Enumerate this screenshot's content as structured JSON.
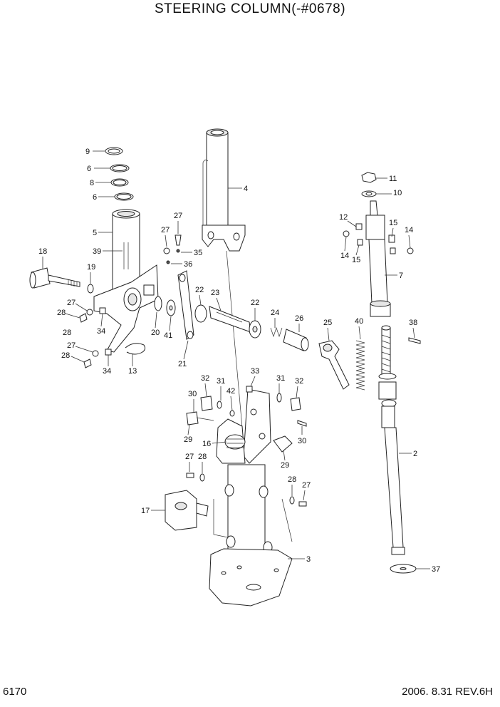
{
  "header": {
    "title": "STEERING COLUMN(-#0678)"
  },
  "footer": {
    "page_number": "6170",
    "date_revision": "2006. 8.31  REV.6H"
  },
  "callouts": [
    "9",
    "6",
    "8",
    "6",
    "5",
    "39",
    "18",
    "19",
    "27",
    "28",
    "27",
    "35",
    "36",
    "27",
    "28",
    "34",
    "27",
    "28",
    "34",
    "13",
    "20",
    "41",
    "21",
    "22",
    "23",
    "22",
    "24",
    "26",
    "25",
    "4",
    "11",
    "10",
    "12",
    "15",
    "14",
    "14",
    "15",
    "7",
    "40",
    "38",
    "2",
    "37",
    "33",
    "32",
    "31",
    "31",
    "32",
    "30",
    "42",
    "29",
    "16",
    "30",
    "29",
    "27",
    "28",
    "28",
    "27",
    "17",
    "3"
  ]
}
